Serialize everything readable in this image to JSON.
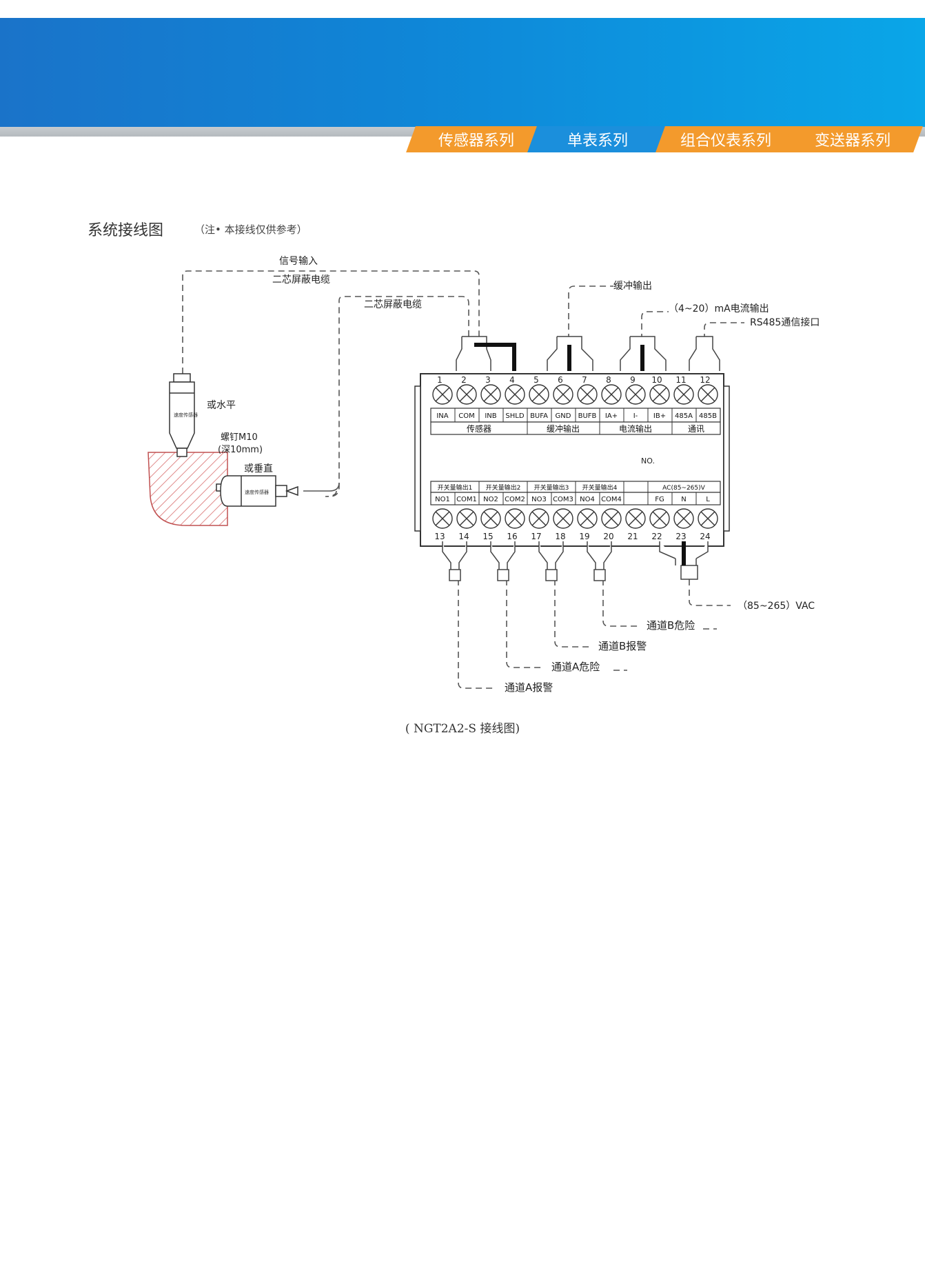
{
  "nav": {
    "tabs": [
      {
        "label": "传感器系列",
        "color": "#f39a2c"
      },
      {
        "label": "单表系列",
        "color": "#1b8fdc"
      },
      {
        "label": "组合仪表系列",
        "color": "#f39a2c"
      },
      {
        "label": "变送器系列",
        "color": "#f39a2c"
      }
    ]
  },
  "section": {
    "title": "系统接线图",
    "note": "（注• 本接线仅供参考）"
  },
  "diagram": {
    "labels": {
      "signal_input": "信号输入",
      "cable1": "二芯屏蔽电缆",
      "cable2": "二芯屏蔽电缆",
      "buffer_out": "缓冲输出",
      "current_out": "（4~20）mA电流输出",
      "rs485": "RS485通信接口",
      "horizontal": "或水平",
      "screw": "螺钉M10",
      "depth": "(深10mm)",
      "vertical": "或垂直",
      "sensor_text": "速度传感器",
      "no": "NO.",
      "vac": "（85~265）VAC",
      "ch_b_danger": "通道B危险",
      "ch_b_alarm": "通道B报警",
      "ch_a_danger": "通道A危险",
      "ch_a_alarm": "通道A报警"
    },
    "top_numbers": [
      "1",
      "2",
      "3",
      "4",
      "5",
      "6",
      "7",
      "8",
      "9",
      "10",
      "11",
      "12"
    ],
    "top_terminals": [
      "INA",
      "COM",
      "INB",
      "SHLD",
      "BUFA",
      "GND",
      "BUFB",
      "IA+",
      "I-",
      "IB+",
      "485A",
      "485B"
    ],
    "top_groups": [
      "传感器",
      "缓冲输出",
      "电流输出",
      "通讯"
    ],
    "bottom_groups": [
      "开关量输出1",
      "开关量输出2",
      "开关量输出3",
      "开关量输出4",
      "AC(85~265)V"
    ],
    "bottom_terminals": [
      "NO1",
      "COM1",
      "NO2",
      "COM2",
      "NO3",
      "COM3",
      "NO4",
      "COM4",
      "",
      "",
      "FG",
      "N",
      "L"
    ],
    "bottom_numbers": [
      "13",
      "14",
      "15",
      "16",
      "17",
      "18",
      "19",
      "20",
      "21",
      "22",
      "23",
      "24"
    ]
  },
  "caption": "( NGT2A2-S 接线图)"
}
